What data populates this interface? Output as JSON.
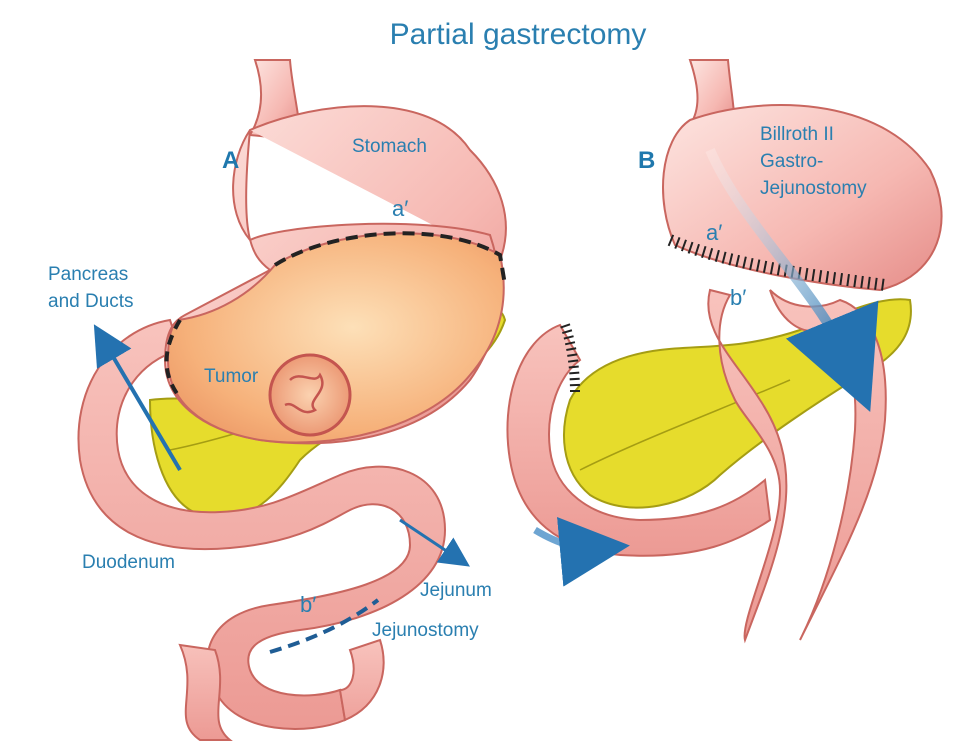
{
  "title": "Partial gastrectomy",
  "panel_a": {
    "letter": "A",
    "stomach": "Stomach",
    "mark_a": "a′",
    "pancreas_line1": "Pancreas",
    "pancreas_line2": "and Ducts",
    "tumor": "Tumor",
    "duodenum": "Duodenum",
    "jejunum": "Jejunum",
    "mark_b": "b′",
    "jejunostomy": "Jejunostomy"
  },
  "panel_b": {
    "letter": "B",
    "billroth_line1": "Billroth II",
    "billroth_line2": "Gastro-",
    "billroth_line3": "Jejunostomy",
    "mark_a": "a′",
    "mark_b": "b′"
  },
  "colors": {
    "label": "#2a7fb0",
    "tissue": "#f2a8a2",
    "tissue_edge": "#c9665f",
    "resected": "#f5b27a",
    "pancreas": "#e6dc2c",
    "arrow": "#2472b0"
  }
}
